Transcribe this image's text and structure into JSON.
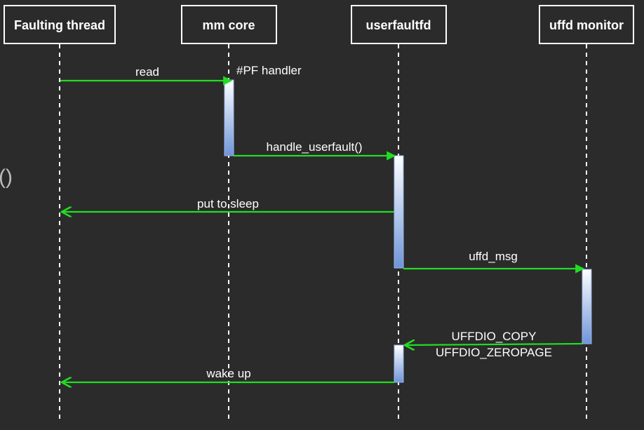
{
  "participants": [
    {
      "id": "faulting",
      "label": "Faulting thread"
    },
    {
      "id": "mm",
      "label": "mm core"
    },
    {
      "id": "uffd",
      "label": "userfaultfd"
    },
    {
      "id": "monitor",
      "label": "uffd monitor"
    }
  ],
  "messages": [
    {
      "id": "read",
      "from": "faulting",
      "to": "mm",
      "label": "read"
    },
    {
      "id": "handle_userfault",
      "from": "mm",
      "to": "uffd",
      "label": "handle_userfault()"
    },
    {
      "id": "put_to_sleep",
      "from": "uffd",
      "to": "faulting",
      "label": "put to sleep"
    },
    {
      "id": "uffd_msg",
      "from": "uffd",
      "to": "monitor",
      "label": "uffd_msg"
    },
    {
      "id": "uffdio",
      "from": "monitor",
      "to": "uffd",
      "label": "UFFDIO_COPY",
      "label2": "UFFDIO_ZEROPAGE"
    },
    {
      "id": "wake_up",
      "from": "uffd",
      "to": "faulting",
      "label": "wake up"
    }
  ],
  "annotations": {
    "pf_handler": "#PF handler",
    "stray_glyph": "()"
  },
  "colors": {
    "background": "#2b2b2b",
    "arrow": "#22dd22",
    "activation_top": "#ffffff",
    "activation_bottom": "#6f95d8"
  }
}
